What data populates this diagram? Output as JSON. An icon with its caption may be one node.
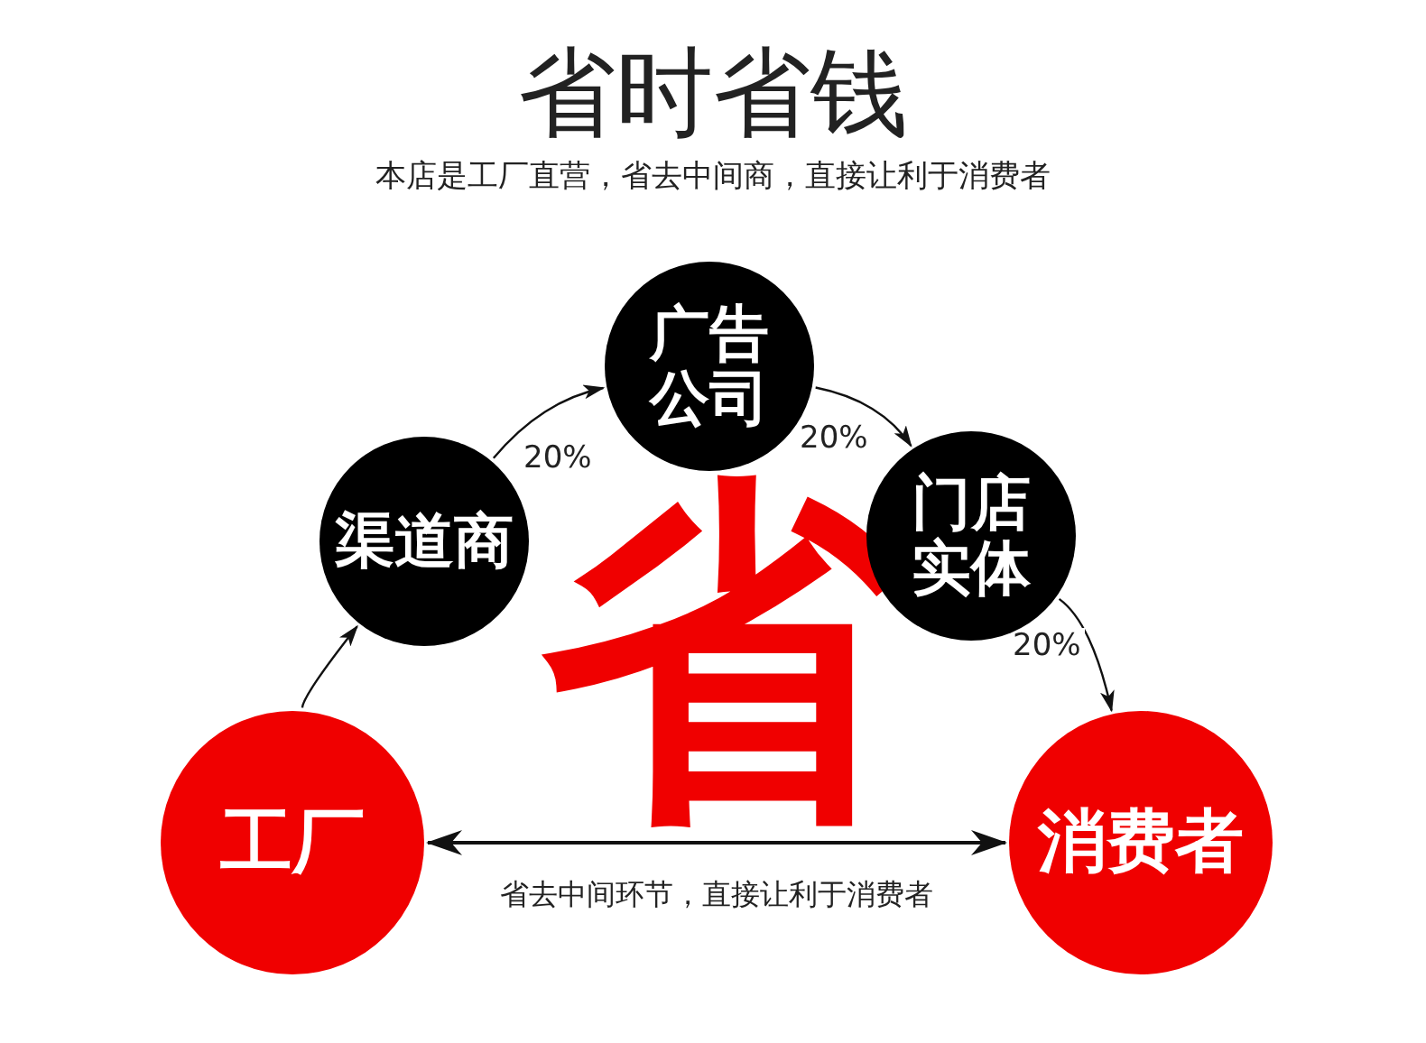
{
  "diagram": {
    "title": "省时省钱",
    "nodes": [
      {
        "text": [
          "广告公司"
        ]
      },
      {
        "text": [
          "渠道商"
        ]
      },
      {
        "text": [
          "门店实体"
        ]
      },
      {
        "text": [
          "工厂"
        ]
      },
      {
        "text": [
          "消费者"
        ]
      }
    ],
    "edges": [
      {
        "from": 3,
        "to": 1,
        "arrow": "to"
      },
      {
        "from": 1,
        "to": 0,
        "arrow": "to",
        "label": "20%"
      },
      {
        "from": 0,
        "to": 2,
        "arrow": "to",
        "label": "20%"
      },
      {
        "from": 2,
        "to": 4,
        "arrow": "to",
        "label": "20%"
      },
      {
        "from": 3,
        "to": 4,
        "arrow": "both",
        "label": "省去中间环节，直接让利于消费者"
      }
    ],
    "labels": [
      "本店是工厂直营，省去中间商，直接让利于消费者",
      "省"
    ]
  }
}
